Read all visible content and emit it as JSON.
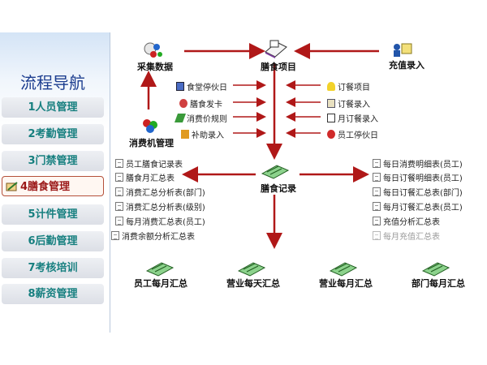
{
  "sidebar": {
    "title": "流程导航",
    "items": [
      {
        "label": "1人员管理"
      },
      {
        "label": "2考勤管理"
      },
      {
        "label": "3门禁管理"
      },
      {
        "label": "4膳食管理"
      },
      {
        "label": "5计件管理"
      },
      {
        "label": "6后勤管理"
      },
      {
        "label": "7考核培训"
      },
      {
        "label": "8薪资管理"
      }
    ]
  },
  "diagram": {
    "nodes": {
      "collect": "采集数据",
      "meal_project": "膳食项目",
      "recharge": "充值录入",
      "consume_mgmt": "消费机管理",
      "meal_record": "膳食记录"
    },
    "left_items": [
      "食堂停伙日",
      "膳食发卡",
      "消费价规则",
      "补助录入"
    ],
    "right_items": [
      "订餐项目",
      "订餐录入",
      "月订餐录入",
      "员工停伙日"
    ],
    "report_left": [
      "员工膳食记录表",
      "膳食月汇总表",
      "消费汇总分析表(部门)",
      "消费汇总分析表(级别)",
      "每月消费汇总表(员工)",
      "消费余额分析汇总表"
    ],
    "report_right": [
      {
        "label": "每日消费明细表(员工)",
        "enabled": true
      },
      {
        "label": "每日订餐明细表(员工)",
        "enabled": true
      },
      {
        "label": "每日订餐汇总表(部门)",
        "enabled": true
      },
      {
        "label": "每月订餐汇总表(员工)",
        "enabled": true
      },
      {
        "label": "充值分析汇总表",
        "enabled": true
      },
      {
        "label": "每月充值汇总表",
        "enabled": false
      }
    ],
    "summaries": [
      "员工每月汇总",
      "营业每天汇总",
      "营业每月汇总",
      "部门每月汇总"
    ]
  },
  "colors": {
    "arrow": "#b01818",
    "nav_text": "#167f7f",
    "title": "#1c3d8f"
  }
}
